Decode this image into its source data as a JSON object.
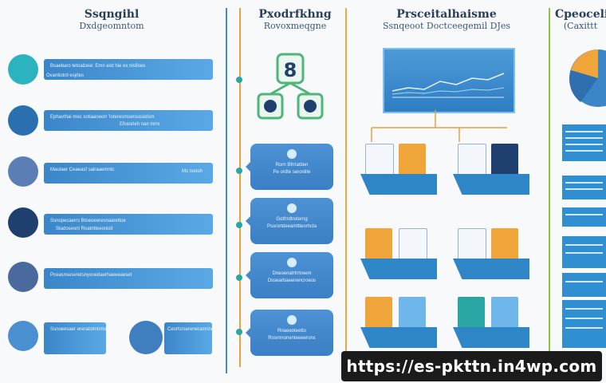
{
  "headers": [
    {
      "title": "Ssqngihl",
      "subtitle": "Dxdgeomntom"
    },
    {
      "title": "Pxodrfkhng",
      "subtitle": "Rovoxmeqgne"
    },
    {
      "title": "Prsceitalhaisme",
      "subtitle": "Ssnqeoot Doctceegemil DJes"
    },
    {
      "title": "Cpeocelia",
      "subtitle": "(Caxittt"
    }
  ],
  "rows": [
    {
      "label": "Bsaebaro tetoalzeie: Emn eixt hie ex nisfioes",
      "detail": "Ovantiotrd esjrtes"
    },
    {
      "label": "Ephavthai mec sotiaaneorr 'ioteresmsensouiolsm",
      "detail": "Efcesrieh nan mrrx"
    },
    {
      "label": "Mautaer Ceaeasf sairaaemntc",
      "detail": "Ms tsetoh"
    },
    {
      "label": "Ssnopecaerrs Btoeoeeresnaarettoe",
      "detail": "Stadosesnt Roatntteesnisit"
    },
    {
      "label": "Pceasnseseretsnyooedaerhaeeeaeset",
      "detail": ""
    },
    {
      "label": "Ssnoeesaer ereratstmnme",
      "detail": "Ceortsrsereneramnnen"
    }
  ],
  "bubbles": [
    {
      "line1": "Rorn Bfrrtattien",
      "line2": "Pe ordte seronlite"
    },
    {
      "line1": "Gotfrrdtreterng",
      "line2": "Pssrortdeeamltteorhcta"
    },
    {
      "line1": "Dneoenatrtrrtreem",
      "line2": "Dssearbaeenencroeus"
    },
    {
      "line1": "Rnaeeoteetto",
      "line2": "Rosrnnonenteeeerons"
    }
  ],
  "footer_url": "https://es-pkttn.in4wp.com",
  "colors": {
    "blue": "#3b86c8",
    "teal": "#2aa7a4",
    "orange": "#f0a53a",
    "navy": "#1f3f6e",
    "green": "#4fb57b"
  }
}
